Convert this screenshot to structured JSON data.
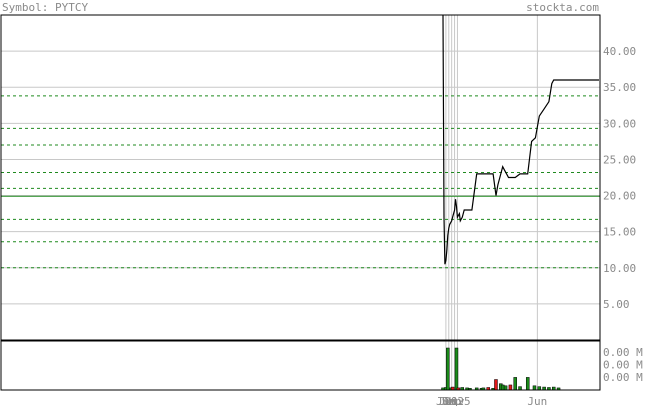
{
  "header": {
    "symbol_label": "Symbol: PYTCY",
    "site_label": "stockta.com"
  },
  "colors": {
    "background": "#ffffff",
    "border": "#000000",
    "grid": "#c8c8c8",
    "price_line": "#000000",
    "dashed_level": "#1f8a1f",
    "text": "#8a8a8a",
    "volume_up": "#1a8a1a",
    "volume_down": "#e01818",
    "volume_neutral": "#555555"
  },
  "chart_data": [
    {
      "type": "line",
      "title": "",
      "ylim": [
        0,
        45
      ],
      "y_ticks": [
        5,
        10,
        15,
        20,
        25,
        30,
        35,
        40
      ],
      "y_tick_labels": [
        "5.00",
        "10.00",
        "15.00",
        "20.00",
        "25.00",
        "30.00",
        "35.00",
        "40.00"
      ],
      "grid": true,
      "dashed_levels": [
        33.8,
        29.3,
        27.0,
        23.2,
        21.0,
        16.7,
        13.6,
        10.0
      ],
      "solid_levels": [
        19.9
      ],
      "x_index_range": [
        0,
        162
      ],
      "x_tick_index": [
        3,
        6,
        9,
        12,
        15,
        98
      ],
      "x_tick_labels": [
        "Jun",
        "Jul",
        "Sep",
        "Nov",
        "2025",
        "Jun"
      ],
      "series": [
        {
          "x": [
            0,
            1,
            2,
            3,
            4,
            5,
            6,
            7,
            9,
            10,
            12,
            13,
            14,
            15,
            17,
            18,
            20,
            22,
            25,
            30,
            35,
            40,
            48,
            52,
            55,
            57,
            60,
            62,
            64,
            66,
            68,
            70,
            75,
            80,
            85,
            88,
            92,
            96,
            100,
            105,
            110,
            113,
            115,
            118,
            120,
            125,
            130,
            135,
            140,
            145,
            150,
            155,
            160,
            162
          ],
          "y": [
            46.0,
            17.0,
            10.5,
            11.0,
            12.5,
            14.5,
            15.5,
            16.0,
            16.5,
            17.0,
            18.0,
            19.5,
            18.5,
            17.0,
            17.5,
            16.5,
            17.0,
            18.0,
            18.0,
            18.0,
            23.0,
            23.0,
            23.0,
            23.0,
            20.0,
            21.5,
            23.0,
            24.0,
            23.5,
            23.0,
            22.5,
            22.5,
            22.5,
            23.0,
            23.0,
            23.0,
            27.5,
            28.0,
            31.0,
            32.0,
            33.0,
            35.5,
            36.0,
            36.0,
            36.0,
            36.0,
            36.0,
            36.0,
            36.0,
            36.0,
            36.0,
            36.0,
            36.0,
            36.0
          ]
        }
      ]
    },
    {
      "type": "bar",
      "title": "",
      "ylim": [
        0,
        1.0
      ],
      "y_tick_labels": [
        "0.00 M",
        "0.00 M",
        "0.00 M"
      ],
      "x": [
        0,
        3,
        5,
        8,
        10,
        14,
        16,
        20,
        25,
        28,
        35,
        40,
        42,
        47,
        52,
        55,
        60,
        62,
        65,
        70,
        75,
        80,
        88,
        95,
        100,
        105,
        110,
        115,
        120
      ],
      "values": [
        0.05,
        0.06,
        1.0,
        0.05,
        0.07,
        1.0,
        0.05,
        0.06,
        0.05,
        0.04,
        0.05,
        0.04,
        0.05,
        0.06,
        0.04,
        0.25,
        0.15,
        0.12,
        0.1,
        0.12,
        0.3,
        0.08,
        0.3,
        0.1,
        0.08,
        0.07,
        0.06,
        0.07,
        0.05
      ],
      "colors": [
        "green",
        "green",
        "green",
        "green",
        "red",
        "green",
        "red",
        "green",
        "green",
        "green",
        "green",
        "green",
        "green",
        "red",
        "green",
        "red",
        "green",
        "green",
        "green",
        "red",
        "green",
        "green",
        "green",
        "green",
        "green",
        "green",
        "green",
        "green",
        "green"
      ]
    }
  ]
}
